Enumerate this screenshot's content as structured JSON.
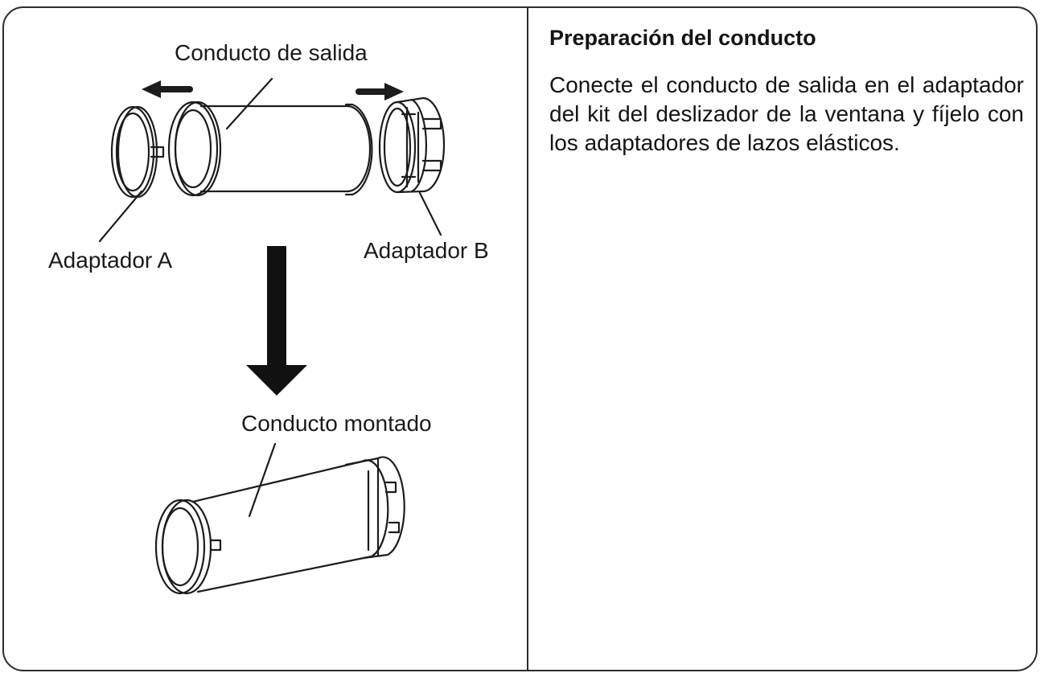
{
  "diagram": {
    "label_outlet_duct": "Conducto de salida",
    "label_adapter_a": "Adaptador A",
    "label_adapter_b": "Adaptador B",
    "label_assembled_duct": "Conducto montado"
  },
  "instructions": {
    "title": "Preparación del conducto",
    "body": "Conecte el conducto de salida en el adaptador del kit del deslizador de la ventana y fíjelo con los adaptadores de lazos elásticos."
  }
}
